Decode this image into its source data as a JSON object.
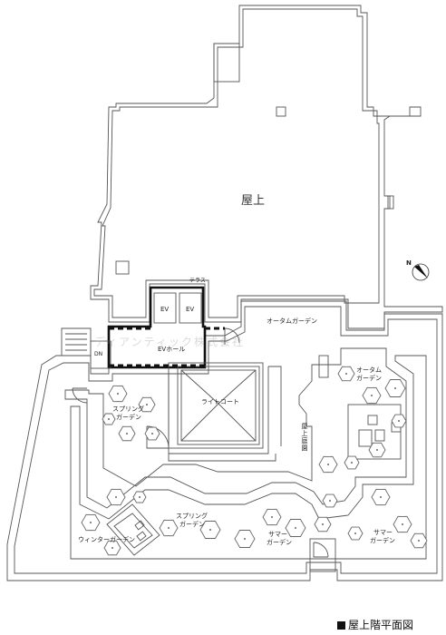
{
  "labels": {
    "rooftop": "屋上",
    "terrace": "テラス",
    "ev_left": "EV",
    "ev_right": "EV",
    "ev_hall": "EVホール",
    "dn": "DN",
    "light_court": "ライトコート",
    "autumn_garden_upper": "オータムガーデン",
    "autumn_garden_line1": "オータム",
    "autumn_garden_line2": "ガーデン",
    "spring_garden_upper_line1": "スプリング",
    "spring_garden_upper_line2": "ガーデン",
    "spring_garden_lower_line1": "スプリング",
    "spring_garden_lower_line2": "ガーデン",
    "winter_garden": "ウィンターガーデン",
    "summer_garden_left_line1": "サマー",
    "summer_garden_left_line2": "ガーデン",
    "summer_garden_right_line1": "サマー",
    "summer_garden_right_line2": "ガーデン",
    "rooftop_garden": "屋上庭園",
    "north": "N"
  },
  "watermark": "ディアンティック株式会社",
  "caption": "屋上階平面図"
}
